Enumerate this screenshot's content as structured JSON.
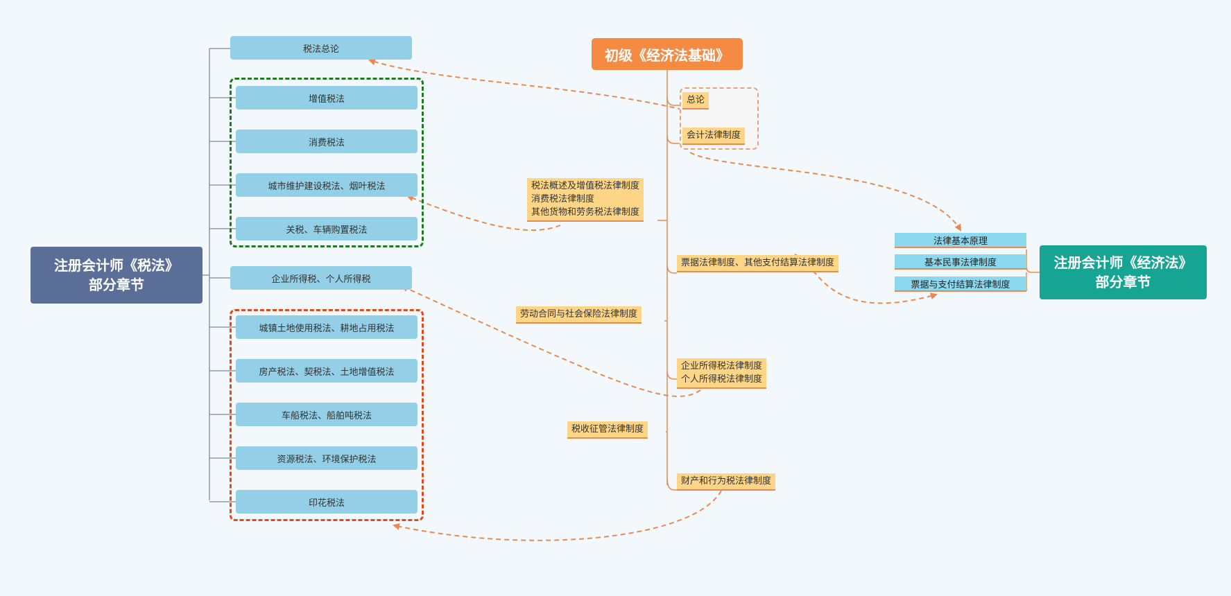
{
  "left_root": {
    "label": "注册会计师《税法》\n部分章节",
    "color": "#5b6e97"
  },
  "center_root": {
    "label": "初级《经济法基础》",
    "color": "#f58a43"
  },
  "right_root": {
    "label": "注册会计师《经济法》\n部分章节",
    "color": "#16a592"
  },
  "tax_chapters": [
    "税法总论",
    "增值税法",
    "消费税法",
    "城市维护建设税法、烟叶税法",
    "关税、车辆购置税法",
    "企业所得税、个人所得税",
    "城镇土地使用税法、耕地占用税法",
    "房产税法、契税法、土地增值税法",
    "车船税法、船舶吨税法",
    "资源税法、环境保护税法",
    "印花税法"
  ],
  "law_chapters": [
    "法律基本原理",
    "基本民事法律制度",
    "票据与支付结算法律制度"
  ],
  "basics_chapters": [
    "总论",
    "会计法律制度",
    "税法概述及增值税法律制度\n消费税法律制度\n其他货物和劳务税法律制度",
    "票据法律制度、其他支付结算法律制度",
    "劳动合同与社会保险法律制度",
    "企业所得税法律制度\n个人所得税法律制度",
    "税收征管法律制度",
    "财产和行为税法律制度"
  ],
  "colors": {
    "tax_box": "#93cfe6",
    "law_box": "#8cd8ef",
    "tag_fill": "#fdd587",
    "connector": "#e88a50",
    "green_group": "#1e7a1e",
    "red_group": "#e04a1b"
  }
}
